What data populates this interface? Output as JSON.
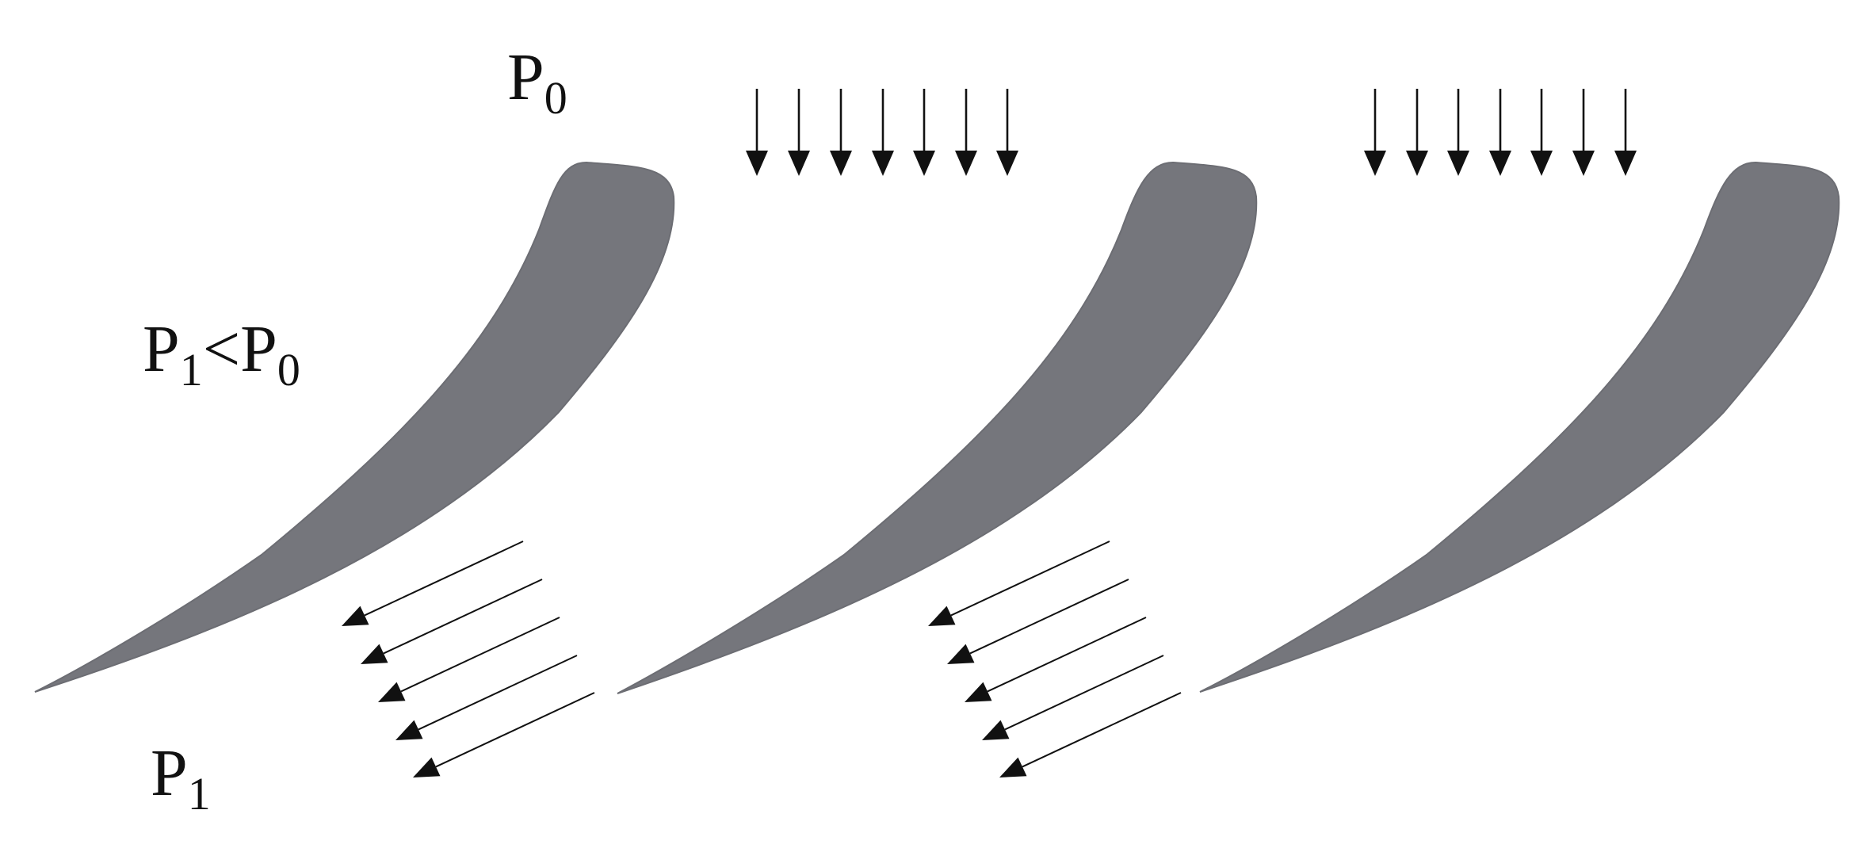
{
  "labels": {
    "inlet": {
      "main": "P",
      "sub": "0"
    },
    "relation": {
      "main1": "P",
      "sub1": "1",
      "op": "<",
      "main2": "P",
      "sub2": "0"
    },
    "outlet": {
      "main": "P",
      "sub": "1"
    }
  },
  "colors": {
    "blade_fill": "#75767c",
    "arrow": "#111111",
    "background": "#ffffff"
  },
  "diagram": {
    "blade_count": 3,
    "inlet_arrow_groups": 2,
    "inlet_arrows_per_group": 7,
    "outlet_arrow_groups": 2,
    "outlet_arrows_per_group": 5
  }
}
